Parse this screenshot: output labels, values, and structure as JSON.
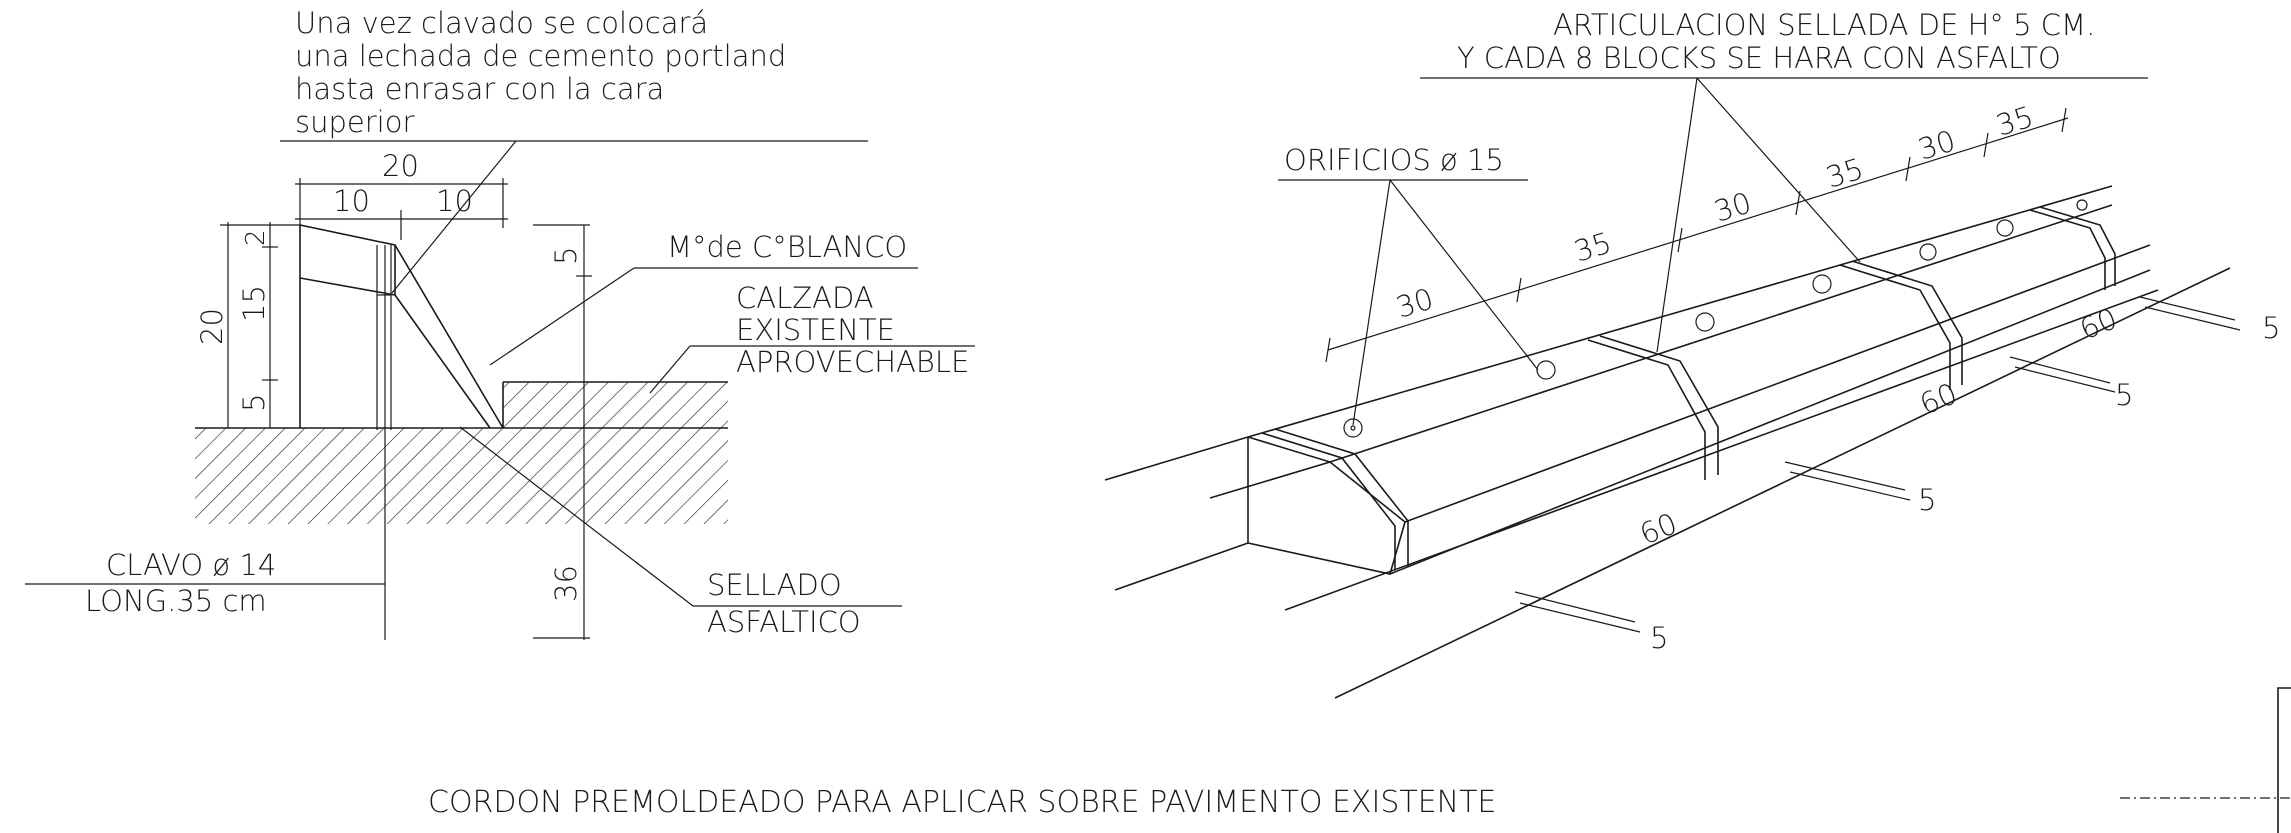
{
  "section": {
    "note": [
      "Una vez clavado se colocará",
      "una lechada de cemento portland",
      "hasta enrasar con la cara",
      "superior"
    ],
    "dim_top_total": "20",
    "dim_top_left": "10",
    "dim_top_right": "10",
    "dim_left_total": "20",
    "dim_left_top": "2",
    "dim_left_mid": "15",
    "dim_left_bottom": "5",
    "dim_right_top": "5",
    "dim_right_bottom": "36",
    "label_mortar": "M°de C°BLANCO",
    "label_road": [
      "CALZADA",
      "EXISTENTE",
      "APROVECHABLE"
    ],
    "label_nail": [
      "CLAVO ø 14",
      "LONG.35 cm"
    ],
    "label_seal": [
      "SELLADO",
      "ASFALTICO"
    ]
  },
  "isometric": {
    "label_joint": [
      "ARTICULACION SELLADA DE H° 5 CM.",
      "Y CADA 8 BLOCKS SE HARA CON ASFALTO"
    ],
    "label_holes": "ORIFICIOS ø 15",
    "hole_spacing": [
      "30",
      "35",
      "30",
      "35",
      "30",
      "35"
    ],
    "block_lengths": [
      "60",
      "60",
      "60"
    ],
    "joint_widths": [
      "5",
      "5",
      "5",
      "5"
    ]
  },
  "caption": "CORDON PREMOLDEADO PARA APLICAR SOBRE PAVIMENTO EXISTENTE"
}
